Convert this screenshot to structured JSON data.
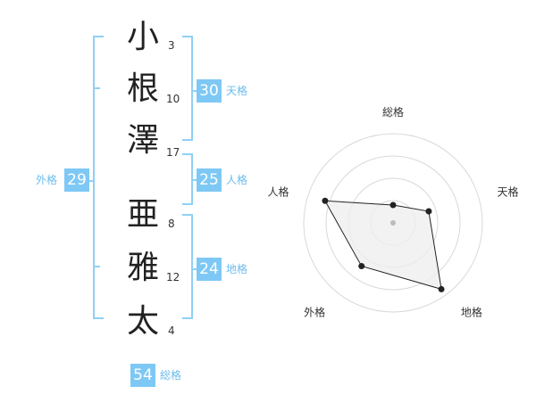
{
  "name_chars": [
    {
      "char": "小",
      "strokes": "3"
    },
    {
      "char": "根",
      "strokes": "10"
    },
    {
      "char": "澤",
      "strokes": "17"
    },
    {
      "char": "亜",
      "strokes": "8"
    },
    {
      "char": "雅",
      "strokes": "12"
    },
    {
      "char": "太",
      "strokes": "4"
    }
  ],
  "scores": {
    "tenkaku": {
      "value": "30",
      "label": "天格"
    },
    "jinkaku": {
      "value": "25",
      "label": "人格"
    },
    "chikaku": {
      "value": "24",
      "label": "地格"
    },
    "gaikaku": {
      "value": "29",
      "label": "外格"
    },
    "soukaku": {
      "value": "54",
      "label": "総格"
    }
  },
  "colors": {
    "accent": "#7ec8f5",
    "bracket": "#8fd0f6"
  },
  "chart_data": {
    "type": "radar",
    "axes": [
      "総格",
      "天格",
      "地格",
      "外格",
      "人格"
    ],
    "values": [
      0.2,
      0.42,
      0.92,
      0.6,
      0.8
    ],
    "max": 1,
    "rings": 4
  }
}
